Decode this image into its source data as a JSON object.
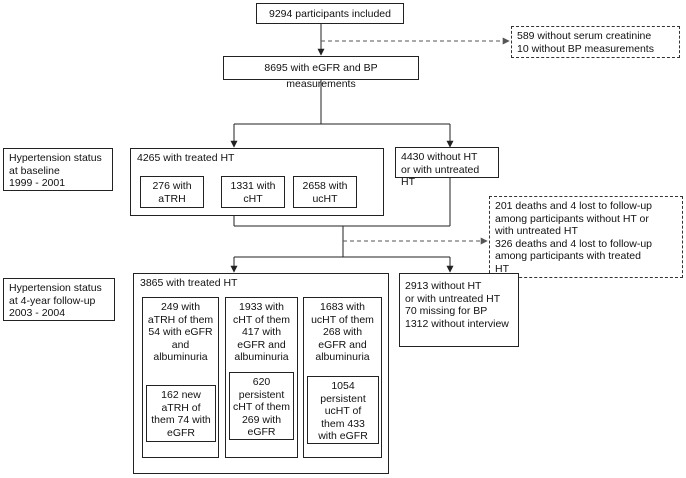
{
  "nodes": {
    "participants": "9294 participants included",
    "excluded": "589 without serum creatinine\n10 without BP measurements",
    "with_egfr_bp": "8695 with eGFR and BP measurements",
    "baseline_label": "Hypertension status\nat baseline\n1999 - 2001",
    "treated_ht": "4265 with treated HT",
    "atrh_base": "276 with\naTRH",
    "cht_base": "1331 with\ncHT",
    "ucht_base": "2658 with\nucHT",
    "without_ht": "4430 without HT\nor with untreated HT",
    "lost": "201 deaths and 4 lost to follow-up\namong participants without HT or\nwith untreated HT\n326 deaths and 4 lost to follow-up\namong participants with treated\nHT",
    "followup_label": "Hypertension status\nat 4-year follow-up\n2003 - 2004",
    "treated_ht_fu": "3865 with treated HT",
    "atrh_fu": "249 with\naTRH of them\n54 with eGFR\nand\nalbuminuria",
    "cht_fu": "1933 with\ncHT of them\n417 with\neGFR and\nalbuminuria",
    "ucht_fu": "1683 with\nucHT of them\n268 with\neGFR and\nalbuminuria",
    "new_atrh": "162 new\naTRH of\nthem 74 with\neGFR",
    "persistent_cht": "620\npersistent\ncHT of them\n269 with\neGFR",
    "persistent_ucht": "1054\npersistent\nucHT of\nthem 433\nwith eGFR",
    "without_ht_fu": "2913 without HT\nor with untreated HT\n70 missing for BP\n1312 without interview"
  },
  "colors": {
    "line": "#222222",
    "dashed": "#555555"
  }
}
